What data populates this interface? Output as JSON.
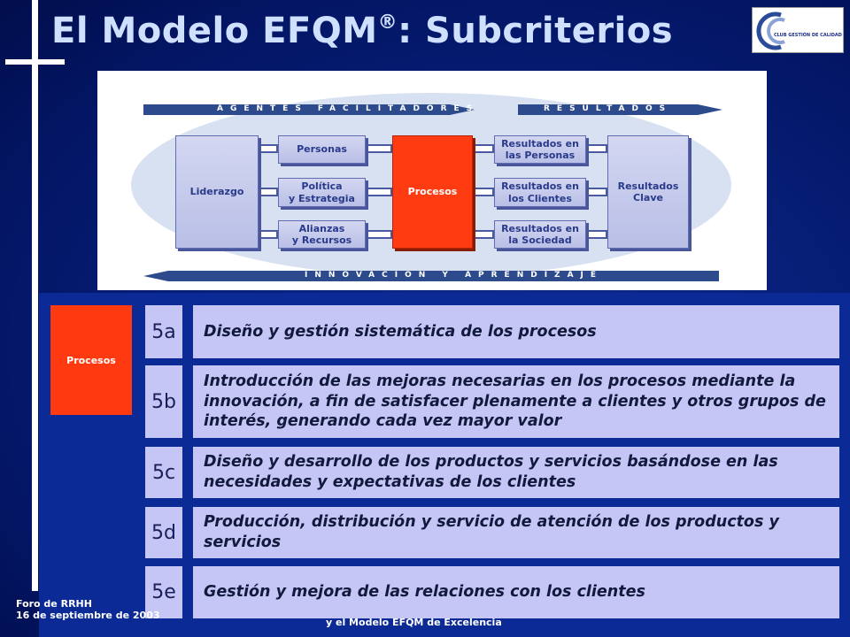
{
  "title": {
    "main": "El Modelo EFQM",
    "reg": "®",
    "rest": ": Subcriterios"
  },
  "logo": {
    "text": "CLUB GESTIÓN DE CALIDAD"
  },
  "diagram": {
    "top_band_left": "AGENTES FACILITADORES",
    "top_band_right": "RESULTADOS",
    "bottom_band": "INNOVACION Y APRENDIZAJE",
    "liderazgo": "Liderazgo",
    "personas": "Personas",
    "politica": "Política\ny Estrategia",
    "alianzas": "Alianzas\ny Recursos",
    "procesos": "Procesos",
    "res_personas": "Resultados en\nlas Personas",
    "res_clientes": "Resultados en\nlos Clientes",
    "res_sociedad": "Resultados en\nla Sociedad",
    "res_clave": "Resultados\nClave"
  },
  "criterion": {
    "label": "Procesos",
    "color": "#ff3a10"
  },
  "subcriteria": [
    {
      "code": "5a",
      "text": "Diseño y gestión sistemática de los procesos"
    },
    {
      "code": "5b",
      "text": "Introducción de las mejoras necesarias en los procesos mediante la innovación, a fin de satisfacer plenamente a clientes y otros grupos de interés, generando cada vez mayor valor"
    },
    {
      "code": "5c",
      "text": "Diseño y desarrollo de los productos y servicios basándose en las necesidades y expectativas de los clientes"
    },
    {
      "code": "5d",
      "text": "Producción, distribución y servicio de atención de los productos y servicios"
    },
    {
      "code": "5e",
      "text": "Gestión y mejora de las relaciones con los clientes"
    }
  ],
  "footer": {
    "line1": "Foro de RRHH",
    "line2": "16 de septiembre de 2003",
    "center": "y el Modelo EFQM de Excelencia"
  }
}
